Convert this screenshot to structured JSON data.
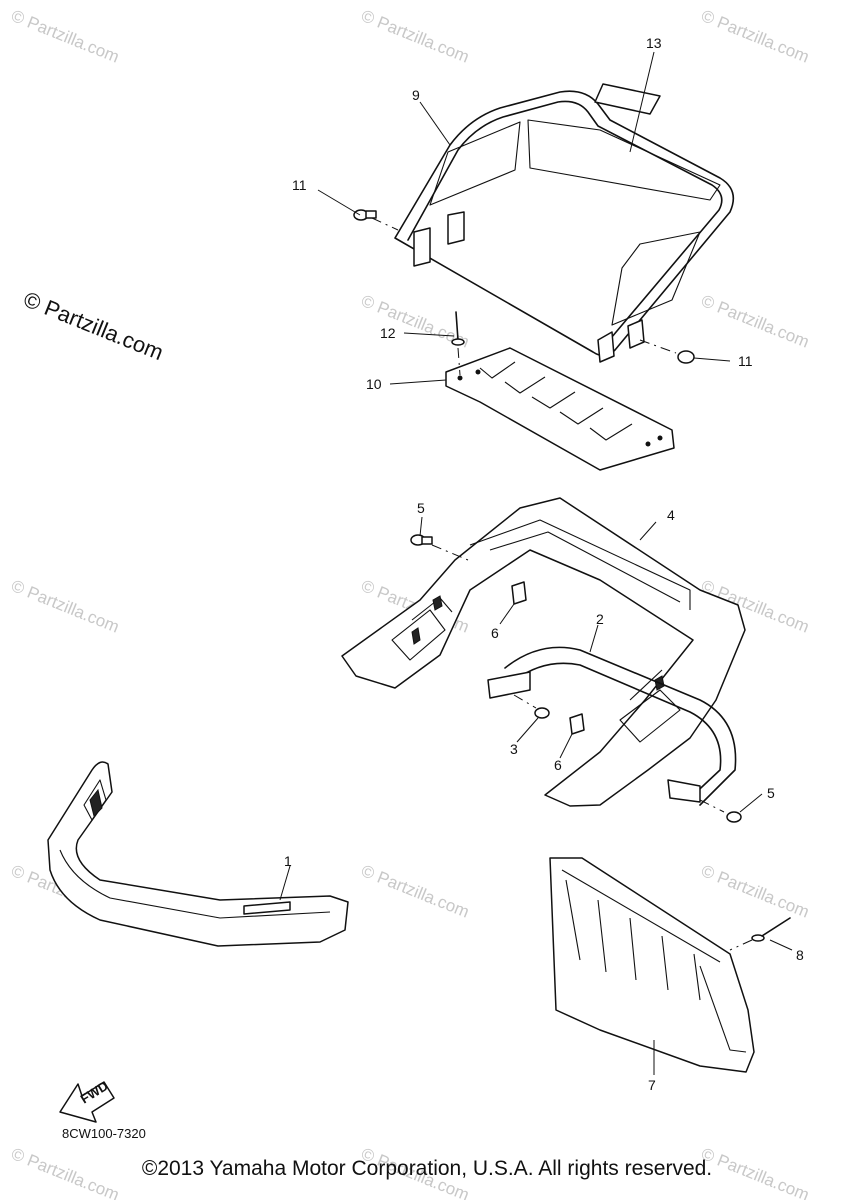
{
  "diagram": {
    "callouts": [
      "1",
      "2",
      "3",
      "4",
      "5",
      "5",
      "6",
      "6",
      "7",
      "8",
      "9",
      "10",
      "11",
      "11",
      "12",
      "13"
    ],
    "part_code": "8CW100-7320",
    "fwd_label": "FWD"
  },
  "watermark": {
    "text": "© Partzilla.com",
    "prominent_text": "© Partzilla.com",
    "color": "#c8c8c8"
  },
  "footer": {
    "copyright": "©2013 Yamaha Motor Corporation, U.S.A. All rights reserved."
  }
}
